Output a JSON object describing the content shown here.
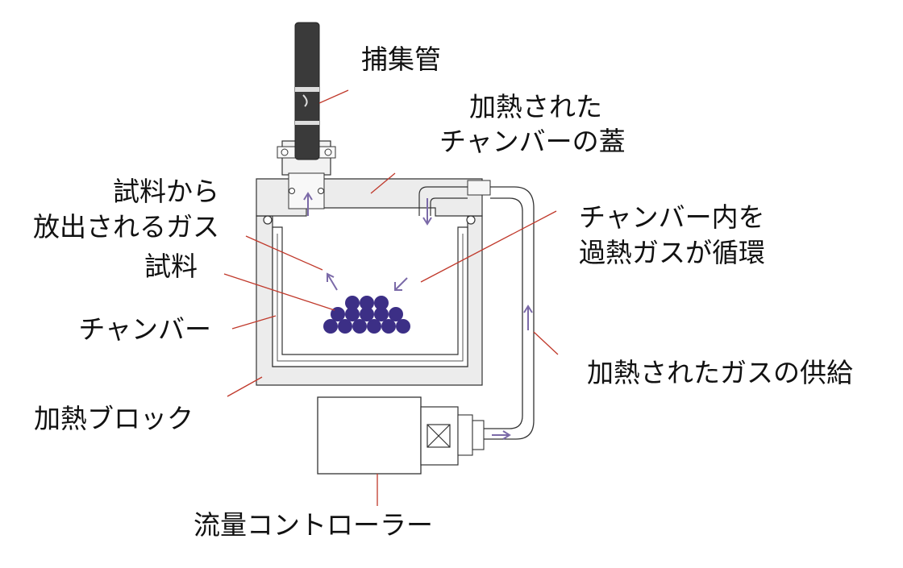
{
  "labels": {
    "collection_tube": "捕集管",
    "heated_lid_1": "加熱された",
    "heated_lid_2": "チャンバーの蓋",
    "emitted_gas_1": "試料から",
    "emitted_gas_2": "放出されるガス",
    "sample": "試料",
    "chamber": "チャンバー",
    "heating_block": "加熱ブロック",
    "circulation_1": "チャンバー内を",
    "circulation_2": "過熱ガスが循環",
    "heated_gas_supply": "加熱されたガスの供給",
    "flow_controller": "流量コントローラー"
  },
  "colors": {
    "arrow": "#7b6aa8",
    "leader_line": "#c0392b",
    "sample_ball": "#3c2f86",
    "block_fill": "#ececec",
    "outline": "#333333"
  }
}
